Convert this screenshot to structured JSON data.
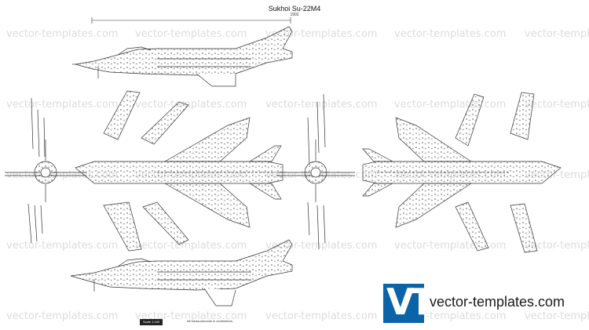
{
  "title": "Sukhoi Su-22M4",
  "dimension_label": "1902",
  "scale_label": "Scale 1:100",
  "measurement_note": "All measurements in centimeters.",
  "watermark_text": "vector-templates.com",
  "brand": {
    "logo_letters": "VT",
    "name": "vector-templates.com",
    "color": "#0b63a8"
  },
  "line_color": "#333333"
}
